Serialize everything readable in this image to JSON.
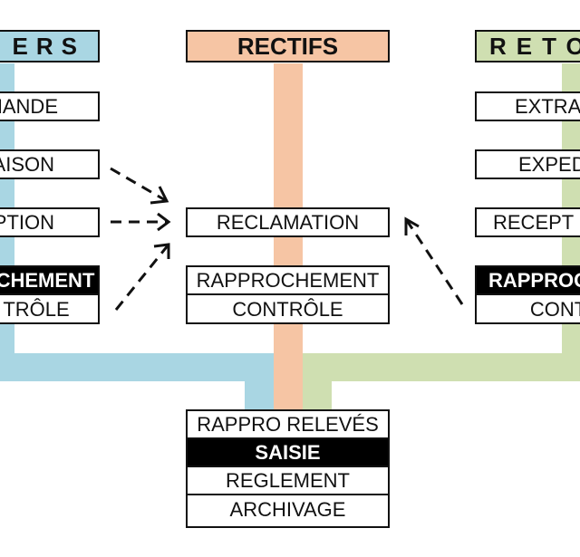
{
  "colors": {
    "left_band": "#a9d6e3",
    "center_band": "#f6c5a4",
    "right_band": "#cfdfb1",
    "dark_cell": "#000000"
  },
  "headers": {
    "left": "ERS",
    "center": "RECTIFS",
    "right": "RETO"
  },
  "left_column": {
    "box1": "MANDE",
    "box2": "AISON",
    "box3": "PTION",
    "stack_top": "CHEMENT",
    "stack_bottom": "TRÔLE"
  },
  "center_column": {
    "reclamation": "RECLAMATION",
    "stack_top": "RAPPROCHEMENT",
    "stack_bottom": "CONTRÔLE"
  },
  "right_column": {
    "box1": "EXTRA",
    "box2": "EXPED",
    "box3": "RECEPT F",
    "stack_top": "RAPPROC",
    "stack_bottom": "CONT"
  },
  "bottom_stack": [
    "RAPPRO RELEVÉS",
    "SAISIE",
    "REGLEMENT",
    "ARCHIVAGE"
  ],
  "arrow_icon": "dashed-arrow"
}
